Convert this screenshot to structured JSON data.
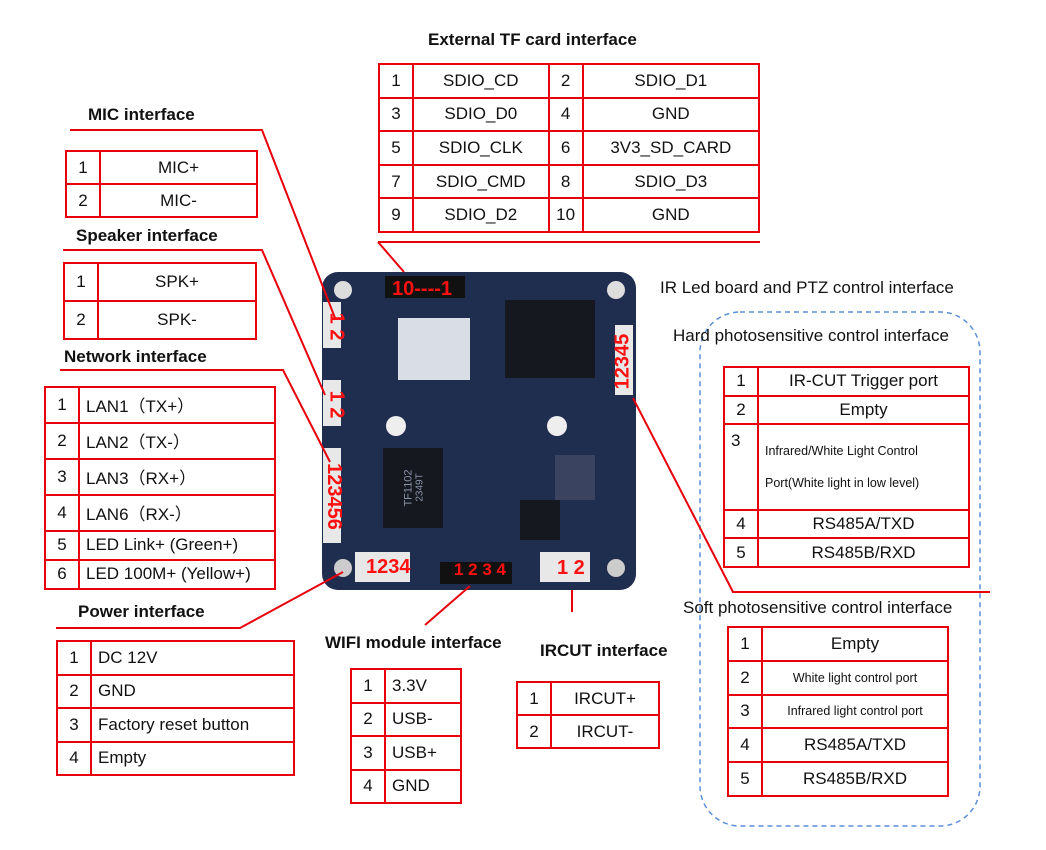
{
  "tables": {
    "tf": {
      "title": "External TF card interface",
      "rows": [
        [
          "1",
          "SDIO_CD",
          "2",
          "SDIO_D1"
        ],
        [
          "3",
          "SDIO_D0",
          "4",
          "GND"
        ],
        [
          "5",
          "SDIO_CLK",
          "6",
          "3V3_SD_CARD"
        ],
        [
          "7",
          "SDIO_CMD",
          "8",
          "SDIO_D3"
        ],
        [
          "9",
          "SDIO_D2",
          "10",
          "GND"
        ]
      ]
    },
    "mic": {
      "title": "MIC interface",
      "rows": [
        [
          "1",
          "MIC+"
        ],
        [
          "2",
          "MIC-"
        ]
      ]
    },
    "spk": {
      "title": "Speaker interface",
      "rows": [
        [
          "1",
          "SPK+"
        ],
        [
          "2",
          "SPK-"
        ]
      ]
    },
    "net": {
      "title": "Network interface",
      "rows": [
        [
          "1",
          "LAN1（TX+）"
        ],
        [
          "2",
          "LAN2（TX-）"
        ],
        [
          "3",
          "LAN3（RX+）"
        ],
        [
          "4",
          "LAN6（RX-）"
        ],
        [
          "5",
          "LED Link+ (Green+)"
        ],
        [
          "6",
          "LED 100M+ (Yellow+)"
        ]
      ]
    },
    "power": {
      "title": "Power interface",
      "rows": [
        [
          "1",
          "DC 12V"
        ],
        [
          "2",
          "GND"
        ],
        [
          "3",
          "Factory reset button"
        ],
        [
          "4",
          "Empty"
        ]
      ]
    },
    "wifi": {
      "title": "WIFI module interface",
      "rows": [
        [
          "1",
          "3.3V"
        ],
        [
          "2",
          "USB-"
        ],
        [
          "3",
          "USB+"
        ],
        [
          "4",
          "GND"
        ]
      ]
    },
    "ircut": {
      "title": "IRCUT interface",
      "rows": [
        [
          "1",
          "IRCUT+"
        ],
        [
          "2",
          "IRCUT-"
        ]
      ]
    },
    "hard": {
      "title": "Hard photosensitive control interface",
      "rows": [
        [
          "1",
          "IR-CUT Trigger port"
        ],
        [
          "2",
          "Empty"
        ],
        [
          "3",
          "Infrared/White Light Control Port(White light in low level)"
        ],
        [
          "4",
          "RS485A/TXD"
        ],
        [
          "5",
          "RS485B/RXD"
        ]
      ]
    },
    "soft": {
      "title": "Soft photosensitive control interface",
      "rows": [
        [
          "1",
          "Empty"
        ],
        [
          "2",
          "White light control port"
        ],
        [
          "3",
          "Infrared light control port"
        ],
        [
          "4",
          "RS485A/TXD"
        ],
        [
          "5",
          "RS485B/RXD"
        ]
      ]
    }
  },
  "ir_led_title": "IR Led board and PTZ control interface",
  "board_labels": {
    "tf": "10----1",
    "mic": "1 2",
    "spk": "1 2",
    "net": "123456",
    "ptz": "12345",
    "power": "1234",
    "wifi": "1 2 3 4",
    "ircut": "1 2",
    "chip": "TF1102",
    "chip2": "2349T"
  },
  "colors": {
    "accent": "#e8000b",
    "board": "#1f2d4f",
    "dashed": "#5b8fd6"
  }
}
